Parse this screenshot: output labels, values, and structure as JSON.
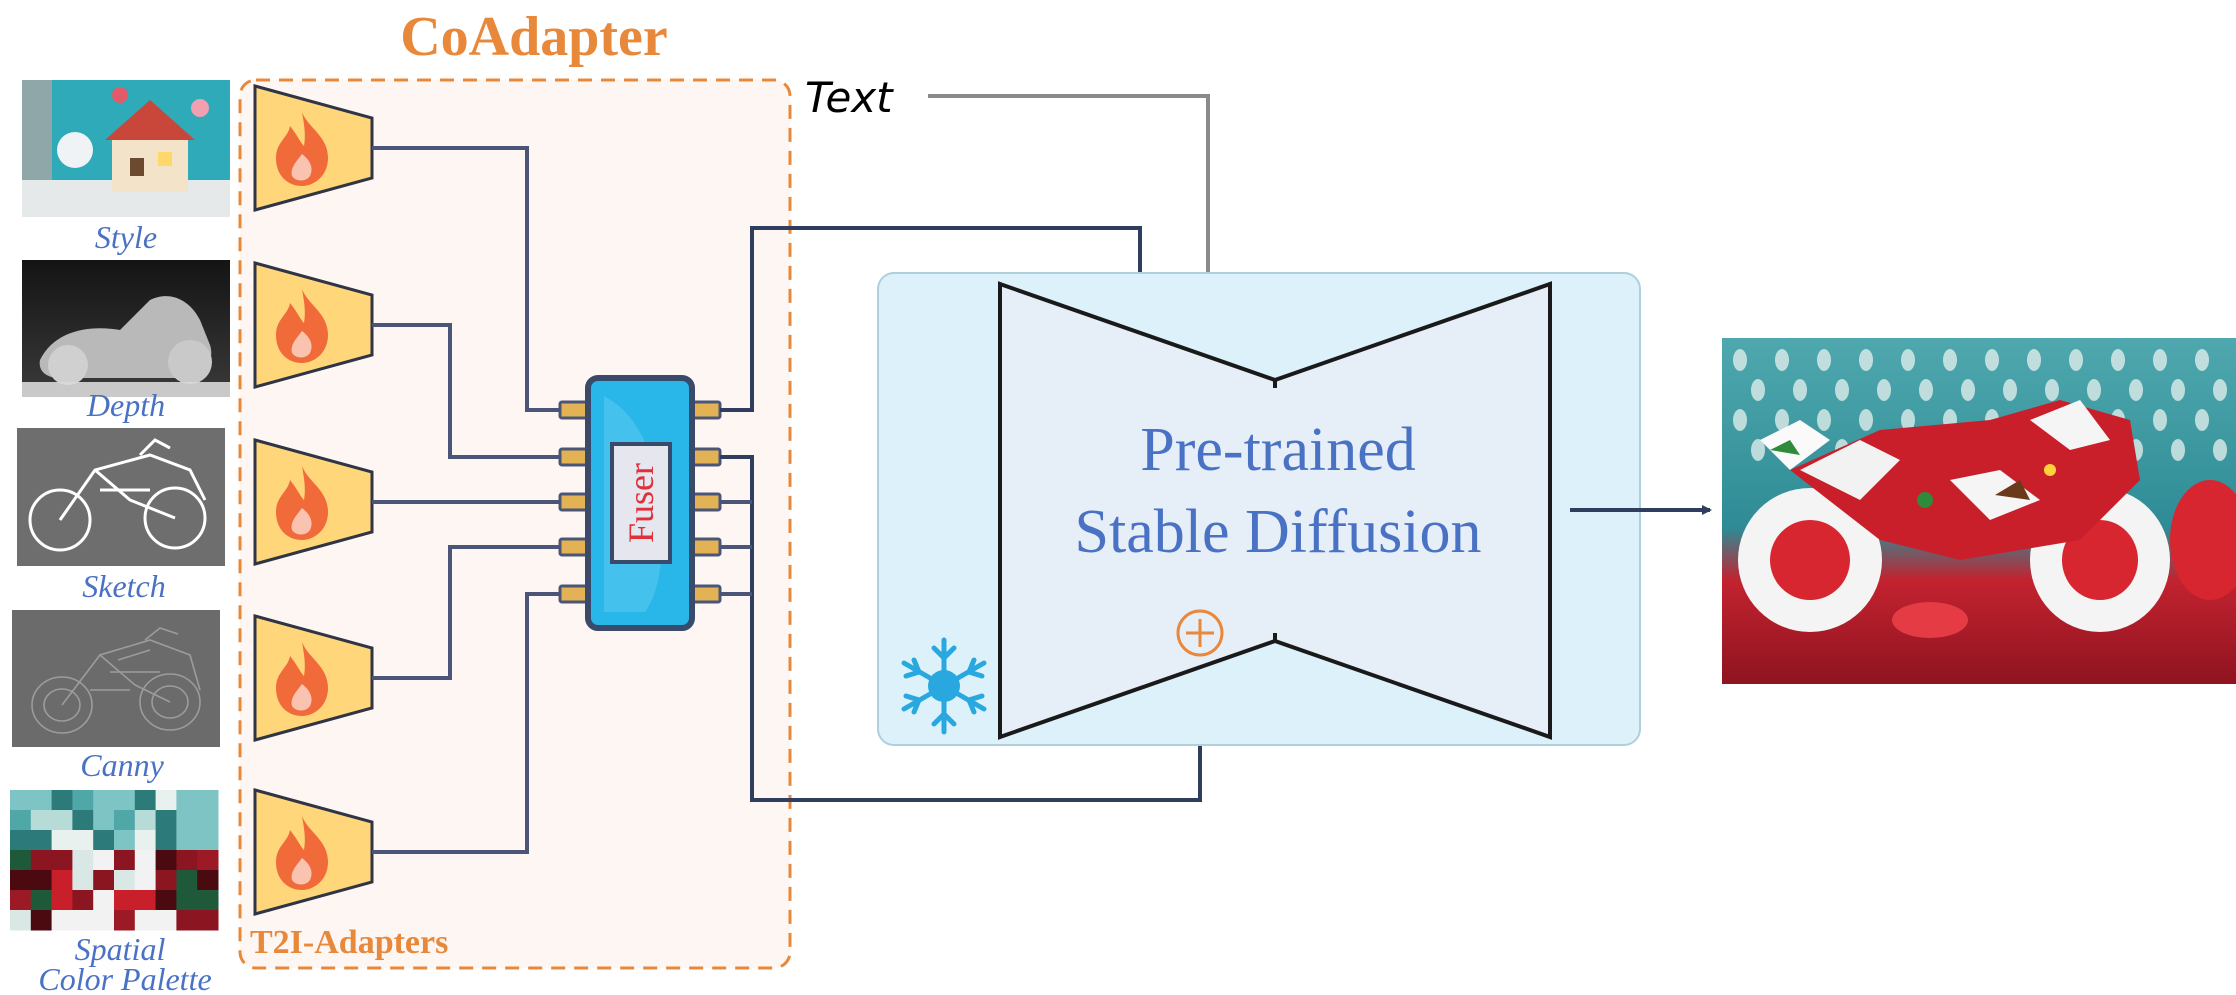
{
  "title": "CoAdapter",
  "group_label": "T2I-Adapters",
  "text_label": "Text",
  "fuser_label": "Fuser",
  "unet_label_line1": "Pre-trained",
  "unet_label_line2": "Stable Diffusion",
  "inputs": [
    {
      "label": "Style",
      "kind": "photo"
    },
    {
      "label": "Depth",
      "kind": "depth"
    },
    {
      "label": "Sketch",
      "kind": "sketch"
    },
    {
      "label": "Canny",
      "kind": "canny"
    },
    {
      "label": "Spatial",
      "label2": "Color Palette",
      "kind": "palette"
    }
  ],
  "icons": {
    "adapter": "flame-icon",
    "frozen": "snowflake-icon",
    "add": "plus-circle-icon"
  },
  "colors": {
    "title_orange": "#E8883A",
    "label_blue": "#4A72C4",
    "adapter_fill": "#FFD77A",
    "flame": "#F06A3A",
    "fuser_blue": "#29B6E8",
    "unet_bg": "#DCF1FA",
    "line_dark": "#2F3E5F",
    "snow": "#29A8E0"
  }
}
